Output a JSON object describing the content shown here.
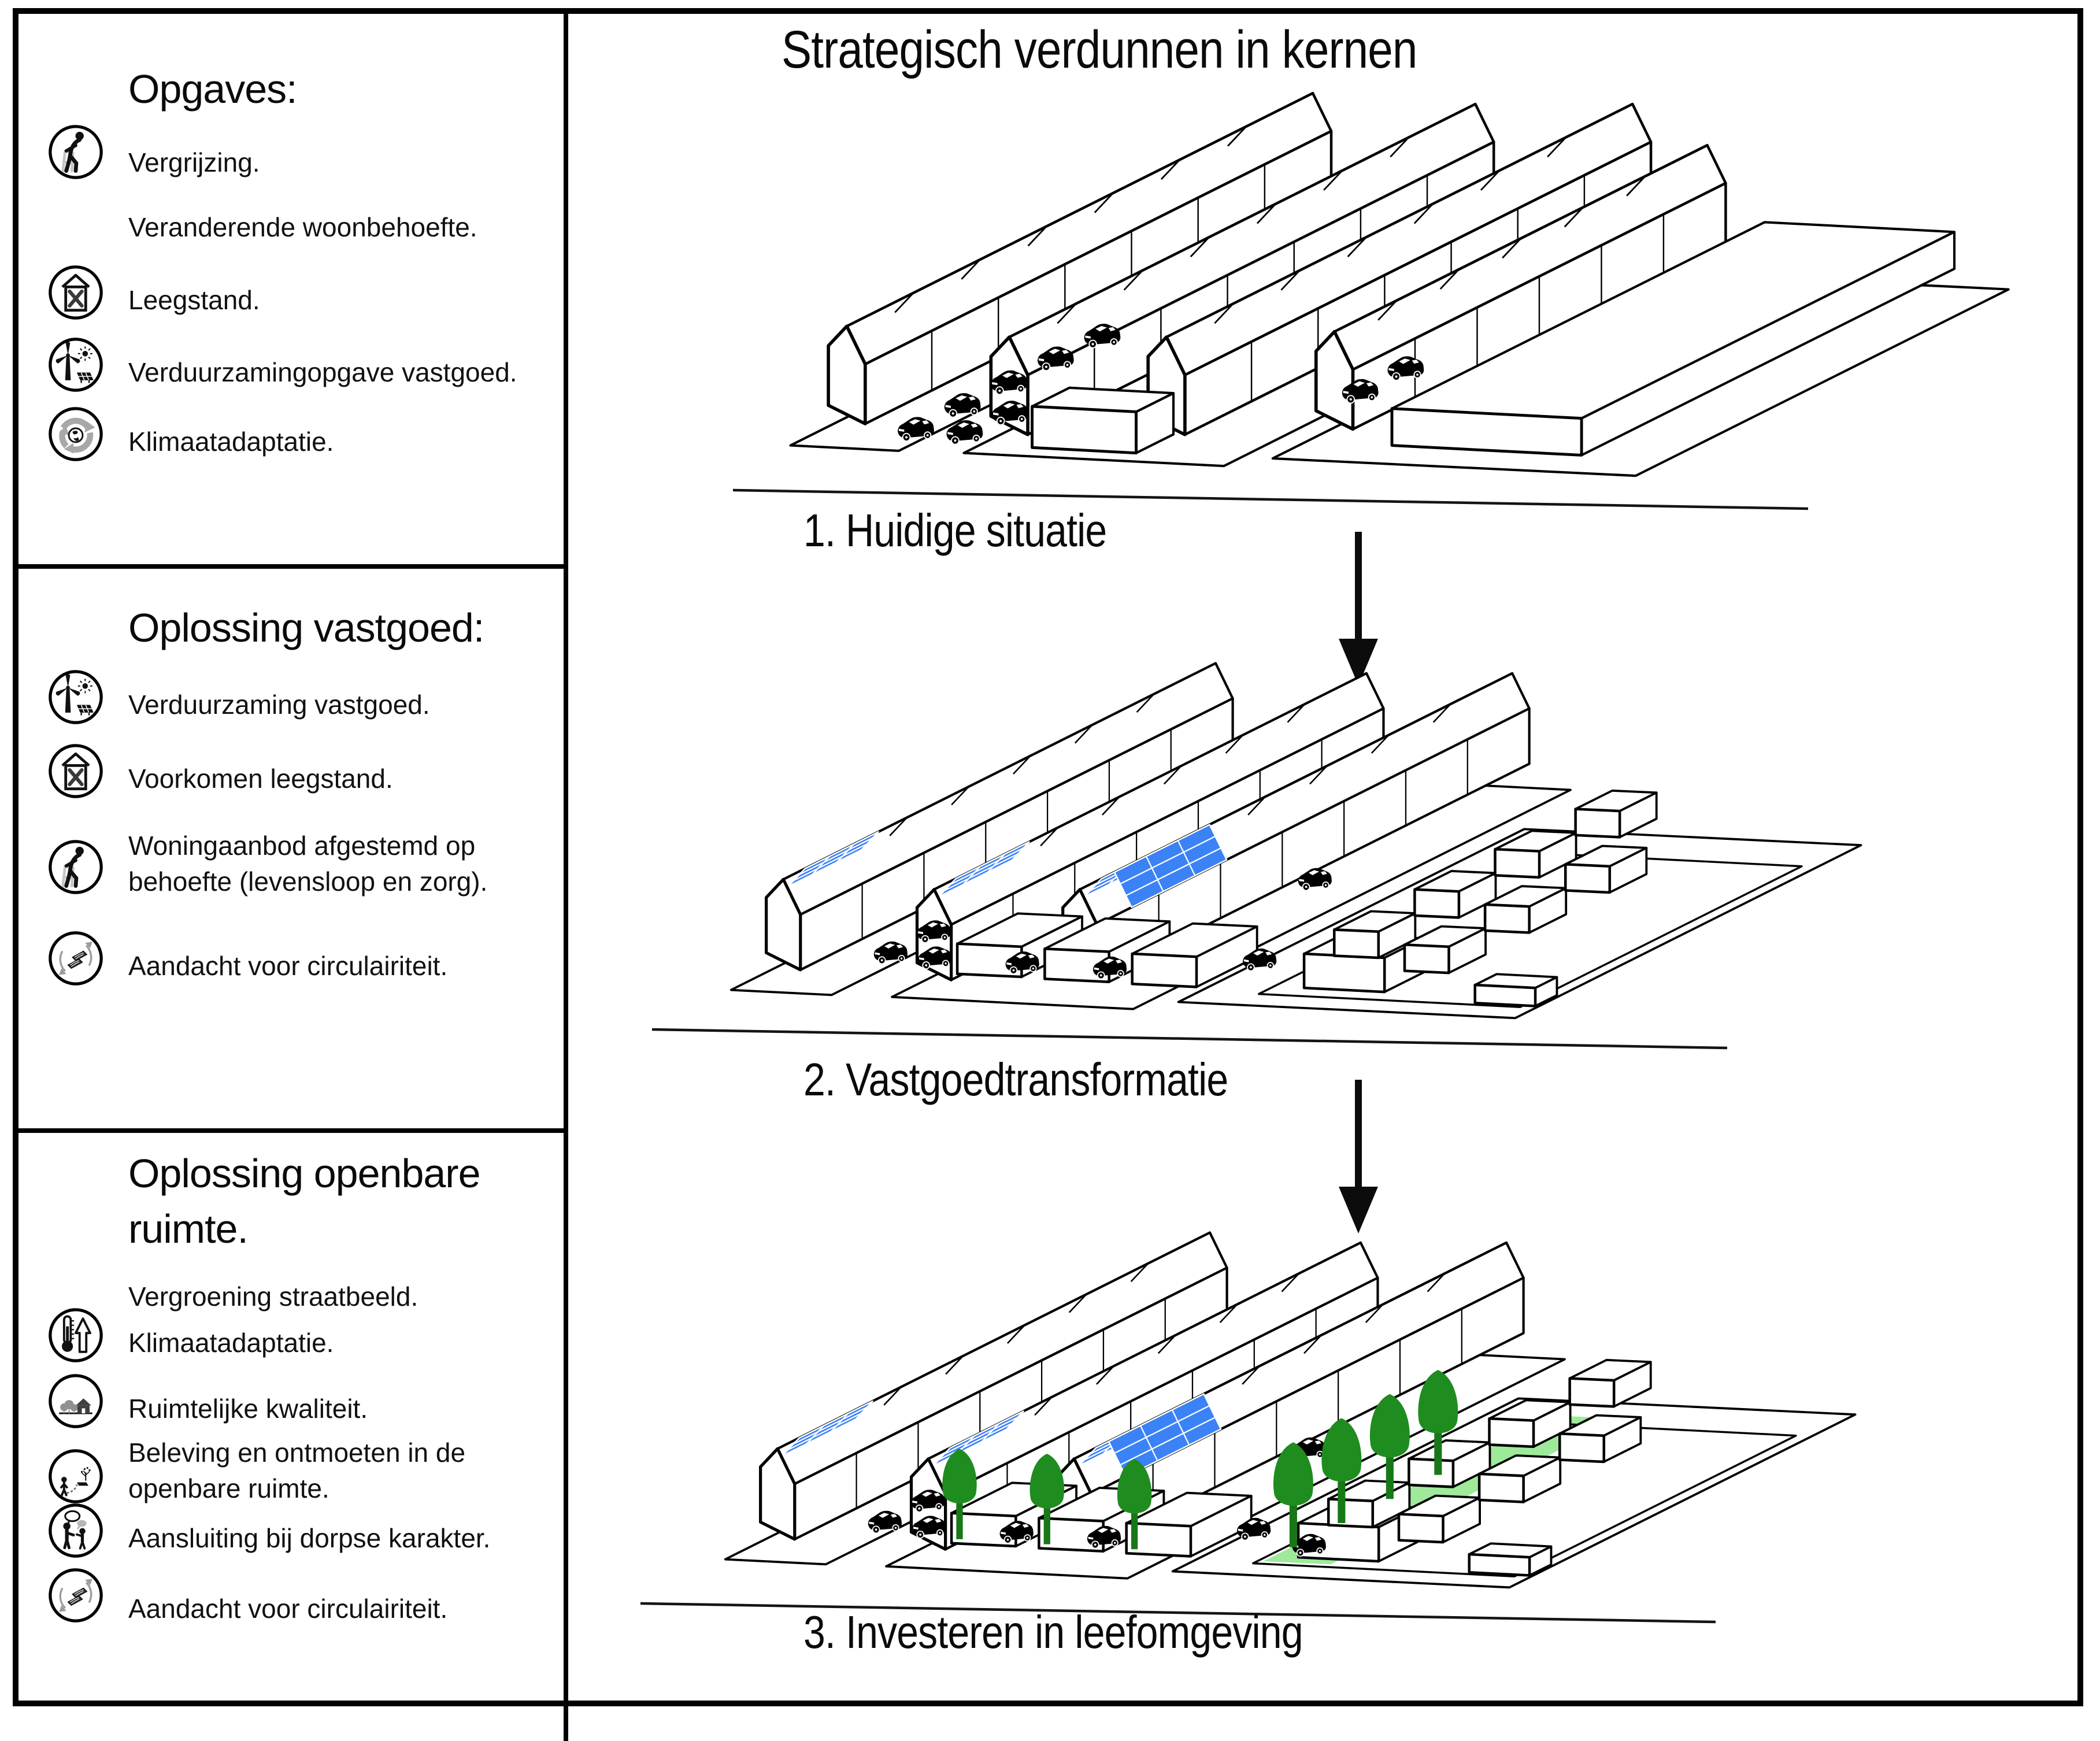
{
  "sidebar": {
    "sections": [
      {
        "heading": "Opgaves:",
        "items": [
          {
            "icon": "elderly-walker-icon",
            "label": "Vergrijzing."
          },
          {
            "icon": "",
            "label": "Veranderende woonbehoefte."
          },
          {
            "icon": "vacant-house-icon",
            "label": "Leegstand."
          },
          {
            "icon": "wind-solar-icon",
            "label": "Verduurzamingopgave vastgoed."
          },
          {
            "icon": "recycle-globe-icon",
            "label": "Klimaatadaptatie."
          }
        ]
      },
      {
        "heading": "Oplossing vastgoed:",
        "items": [
          {
            "icon": "wind-solar-icon",
            "label": "Verduurzaming vastgoed."
          },
          {
            "icon": "vacant-house-icon",
            "label": "Voorkomen leegstand."
          },
          {
            "icon": "elderly-walker-icon",
            "label": "Woningaanbod afgestemd op behoefte (levensloop en zorg)."
          },
          {
            "icon": "circular-materials-icon",
            "label": "Aandacht voor circulairiteit."
          }
        ]
      },
      {
        "heading": "Oplossing openbare ruimte.",
        "items": [
          {
            "icon": "",
            "label": "Vergroening straatbeeld."
          },
          {
            "icon": "thermometer-icon",
            "label": "Klimaatadaptatie."
          },
          {
            "icon": "landscape-icon",
            "label": "Ruimtelijke kwaliteit."
          },
          {
            "icon": "public-space-icon",
            "label": "Beleving en ontmoeten in de openbare ruimte."
          },
          {
            "icon": "dialogue-icon",
            "label": "Aansluiting bij dorpse karakter."
          },
          {
            "icon": "circular-materials-icon",
            "label": "Aandacht voor circulairiteit."
          }
        ]
      }
    ]
  },
  "main": {
    "title": "Strategisch verdunnen in kernen",
    "stages": [
      {
        "label": "1. Huidige situatie",
        "scene": "four long gabled row-house blocks, parked cars in the streets"
      },
      {
        "label": "2. Vastgoedtransformatie",
        "scene": "row blocks with rooftop solar panels, low bungalows in courtyard, right block replaced by small detached houses"
      },
      {
        "label": "3. Investeren in leefomgeving",
        "scene": "solar panels, street trees, green verge with trees on right plot"
      }
    ],
    "colors": {
      "solar_panel": "#3b82f6",
      "tree": "#1f8c1f",
      "tree_trunk": "#187818",
      "green_strip": "#9fe99b",
      "line": "#000000"
    }
  }
}
